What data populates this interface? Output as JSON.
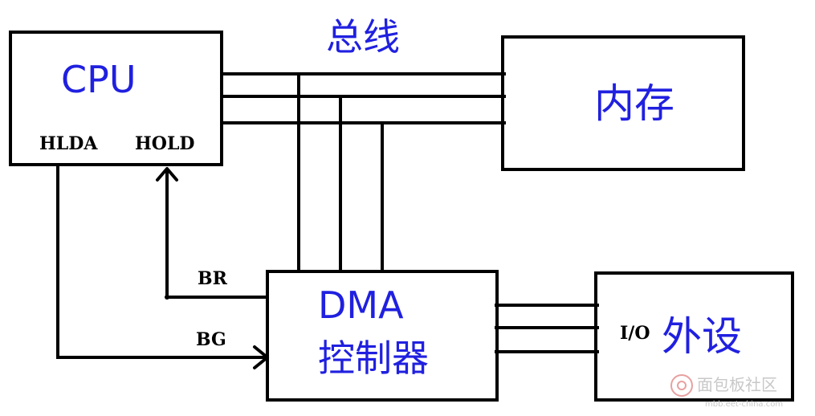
{
  "bus_label": "总线",
  "cpu": {
    "title": "CPU",
    "hlda": "HLDA",
    "hold": "HOLD"
  },
  "memory": {
    "title": "内存"
  },
  "dma": {
    "line1": "DMA",
    "line2": "控制器"
  },
  "peripheral": {
    "title": "外设",
    "port": "I/O"
  },
  "signals": {
    "br": "BR",
    "bg": "BG"
  },
  "watermark": {
    "text": "面包板社区",
    "sub": "mbb.eet-china.com"
  },
  "colors": {
    "accent_text": "#2020e0",
    "line": "#000000"
  }
}
